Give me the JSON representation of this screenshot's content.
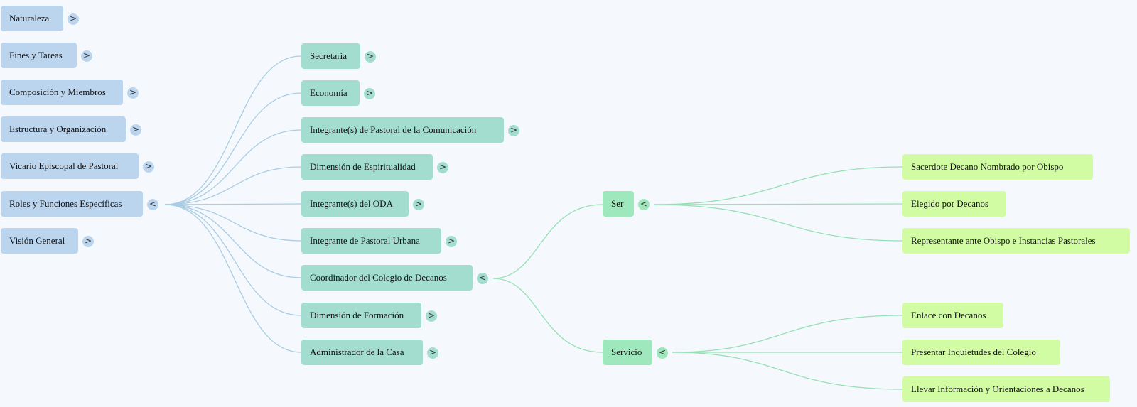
{
  "root_nodes": [
    {
      "label": "Naturaleza",
      "toggle": ">"
    },
    {
      "label": "Fines y Tareas",
      "toggle": ">"
    },
    {
      "label": "Composición y Miembros",
      "toggle": ">"
    },
    {
      "label": "Estructura y Organización",
      "toggle": ">"
    },
    {
      "label": "Vicario Episcopal de Pastoral",
      "toggle": ">"
    },
    {
      "label": "Roles y Funciones Específicas",
      "toggle": "<"
    },
    {
      "label": "Visión General",
      "toggle": ">"
    }
  ],
  "roles_children": [
    {
      "label": "Secretaría",
      "toggle": ">"
    },
    {
      "label": "Economía",
      "toggle": ">"
    },
    {
      "label": "Integrante(s) de Pastoral de la Comunicación",
      "toggle": ">"
    },
    {
      "label": "Dimensión de Espiritualidad",
      "toggle": ">"
    },
    {
      "label": "Integrante(s) del ODA",
      "toggle": ">"
    },
    {
      "label": "Integrante de Pastoral Urbana",
      "toggle": ">"
    },
    {
      "label": "Coordinador del Colegio de Decanos",
      "toggle": "<"
    },
    {
      "label": "Dimensión de Formación",
      "toggle": ">"
    },
    {
      "label": "Administrador de la Casa",
      "toggle": ">"
    }
  ],
  "coordinador_children": [
    {
      "label": "Ser",
      "toggle": "<"
    },
    {
      "label": "Servicio",
      "toggle": "<"
    }
  ],
  "ser_children": [
    {
      "label": "Sacerdote Decano Nombrado por Obispo"
    },
    {
      "label": "Elegido por Decanos"
    },
    {
      "label": "Representante ante Obispo e Instancias Pastorales"
    }
  ],
  "servicio_children": [
    {
      "label": "Enlace con Decanos"
    },
    {
      "label": "Presentar Inquietudes del Colegio"
    },
    {
      "label": "Llevar Información y Orientaciones a Decanos"
    }
  ],
  "colors": {
    "background": "#f5f9fd",
    "level0": "#bcd5ef",
    "level1": "#a3ddd0",
    "level2": "#9fe7bd",
    "level3": "#d1fca4",
    "link_blue": "#a9cde3",
    "link_green": "#96e0b6"
  }
}
